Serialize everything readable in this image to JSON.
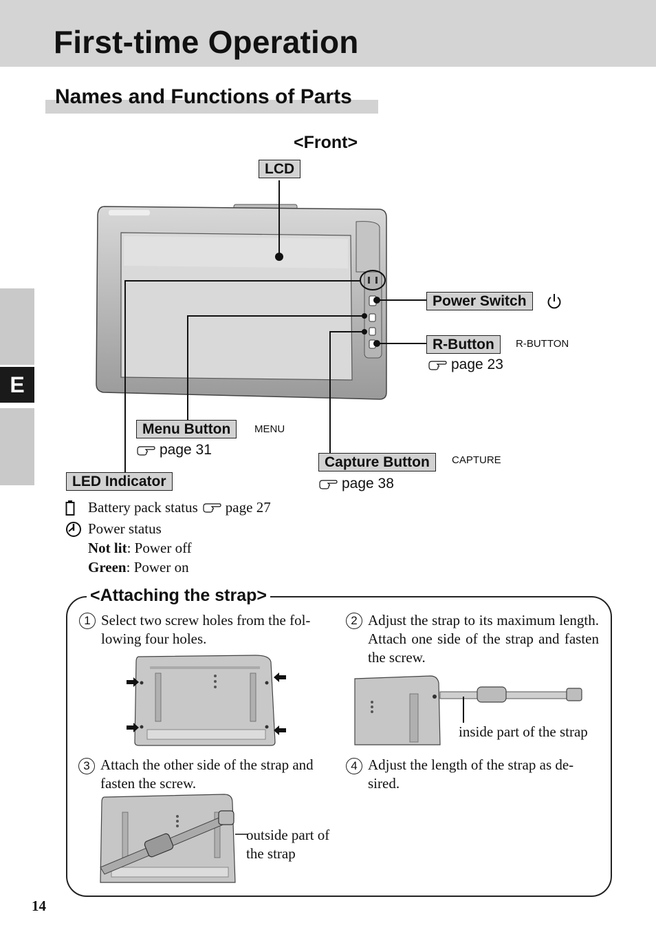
{
  "header": {
    "title": "First-time Operation"
  },
  "section": {
    "heading": "Names and Functions of Parts"
  },
  "side_tab": {
    "letter": "E"
  },
  "front": {
    "heading": "<Front>",
    "lcd_label": "LCD",
    "power_switch_label": "Power Switch",
    "r_button": {
      "label": "R-Button",
      "marking": "R-BUTTON",
      "page_ref": "page 23"
    },
    "menu_button": {
      "label": "Menu Button",
      "marking": "MENU",
      "page_ref": "page 31"
    },
    "capture_button": {
      "label": "Capture Button",
      "marking": "CAPTURE",
      "page_ref": "page 38"
    },
    "led_indicator": {
      "label": "LED Indicator",
      "battery_text": "Battery pack status",
      "battery_ref": "page 27",
      "power_status": "Power status",
      "not_lit_term": "Not lit",
      "not_lit_value": ": Power off",
      "green_term": "Green",
      "green_value": ":  Power on"
    }
  },
  "strap": {
    "heading": "<Attaching the strap>",
    "steps": [
      {
        "num": "1",
        "text": "Select two screw holes from the fol-lowing four holes."
      },
      {
        "num": "2",
        "text": "Adjust the strap to its maximum length. Attach one side of the strap and fasten the screw."
      },
      {
        "num": "3",
        "text": "Attach the other side of the strap and fasten the screw."
      },
      {
        "num": "4",
        "text": "Adjust the length of the strap as de-sired."
      }
    ],
    "inside_caption": "inside part of the strap",
    "outside_caption_line1": "outside part of",
    "outside_caption_line2": "the strap"
  },
  "footer": {
    "page_number": "14"
  },
  "icons": [
    "pointing-hand-icon",
    "power-symbol-icon",
    "battery-icon",
    "power-status-icon"
  ]
}
